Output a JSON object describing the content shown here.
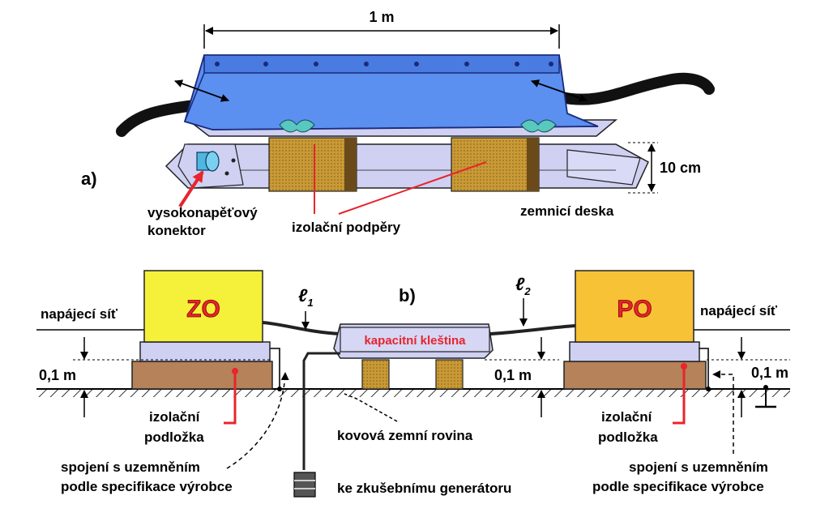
{
  "part_a": {
    "tag": "a)",
    "length_label": "1 m",
    "height_label": "10 cm",
    "connector_label_line1": "vysokonapěťový",
    "connector_label_line2": "konektor",
    "supports_label": "izolační podpěry",
    "ground_plate_label": "zemnicí deska"
  },
  "part_b": {
    "tag": "b)",
    "l1_label": "ℓ",
    "l1_sub": "1",
    "l2_label": "ℓ",
    "l2_sub": "2",
    "left_box_label": "ZO",
    "right_box_label": "PO",
    "clamp_label": "kapacitní kleština",
    "mains_left": "napájecí síť",
    "mains_right": "napájecí síť",
    "height_left": "0,1 m",
    "height_middle": "0,1 m",
    "height_right": "0,1 m",
    "pad_left_line1": "izolační",
    "pad_left_line2": "podložka",
    "pad_right_line1": "izolační",
    "pad_right_line2": "podložka",
    "ground_plane_label": "kovová zemní rovina",
    "generator_label": "ke zkušebnímu generátoru",
    "gnd_left_line1": "spojení s uzemněním",
    "gnd_left_line2": "podle specifikace výrobce",
    "gnd_right_line1": "spojení s uzemněním",
    "gnd_right_line2": "podle specifikace výrobce"
  },
  "colors": {
    "clamp_blue": "#5b8ff0",
    "plate_lavender": "#cfd0f2",
    "support_brown": "#c8a04a",
    "zo_yellow": "#f5f03a",
    "po_orange": "#f8c236",
    "clamp_label_red": "#e8242c",
    "pad_wood": "#b5825a",
    "leader_red": "#e8242c"
  },
  "icons": [
    "hv-connector-icon",
    "ground-symbol-icon",
    "wing-nut-icon",
    "generator-plug-icon"
  ]
}
